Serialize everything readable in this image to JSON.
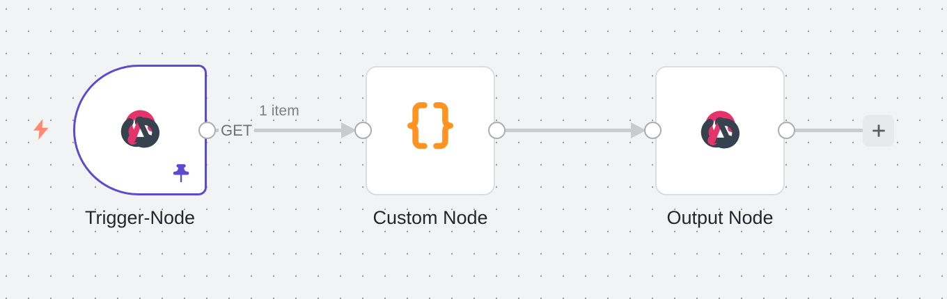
{
  "canvas": {
    "background_color": "#f2f3f4",
    "dot_color": "#9a9da1",
    "grid_spacing": 32
  },
  "trigger_indicator": {
    "icon": "lightning-bolt-icon",
    "color": "#ff8a70"
  },
  "nodes": [
    {
      "id": "trigger-node",
      "label": "Trigger-Node",
      "icon": "webhook-icon",
      "shape": "trigger",
      "border_color": "#5c4acf",
      "pinned": true,
      "pin_icon": "pin-icon",
      "pin_color": "#5c4acf",
      "icon_colors": {
        "primary": "#e5336b",
        "secondary": "#36434e"
      }
    },
    {
      "id": "custom-node",
      "label": "Custom Node",
      "icon": "curly-braces-icon",
      "shape": "rounded-square",
      "border_color": "#dbdcde",
      "pinned": false,
      "icon_colors": {
        "primary": "#ff9322"
      }
    },
    {
      "id": "output-node",
      "label": "Output Node",
      "icon": "webhook-icon",
      "shape": "rounded-square",
      "border_color": "#dbdcde",
      "pinned": false,
      "icon_colors": {
        "primary": "#e5336b",
        "secondary": "#36434e"
      }
    }
  ],
  "connections": [
    {
      "id": "trigger-to-custom",
      "from": "trigger-node",
      "to": "custom-node",
      "items_label": "1 item",
      "method_label": "GET",
      "color": "#c9cbcd"
    },
    {
      "id": "custom-to-output",
      "from": "custom-node",
      "to": "output-node",
      "items_label": "",
      "method_label": "",
      "color": "#c9cbcd"
    },
    {
      "id": "output-to-add",
      "from": "output-node",
      "to": "add-node-button",
      "items_label": "",
      "method_label": "",
      "color": "#c9cbcd"
    }
  ],
  "add_node_button": {
    "icon": "plus-icon",
    "label": "+",
    "background_color": "#e8e9ea",
    "icon_color": "#5a5c60"
  }
}
